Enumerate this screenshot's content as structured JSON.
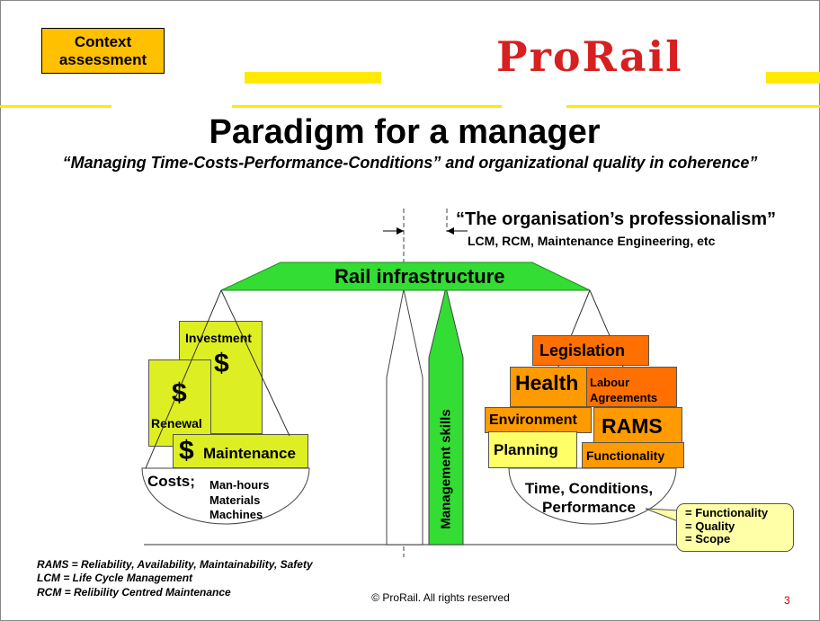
{
  "header": {
    "badge": "Context\nassessment",
    "logo": "ProRail"
  },
  "title": "Paradigm for a manager",
  "subtitle": "“Managing Time-Costs-Performance-Conditions” and organizational quality in coherence”",
  "professionalism": {
    "title": "“The organisation’s professionalism”",
    "subtitle": "LCM, RCM, Maintenance  Engineering,  etc"
  },
  "beam_label": "Rail infrastructure",
  "pillar_label": "Management skills",
  "left_pan": {
    "investment": "Investment",
    "renewal": "Renewal",
    "maintenance": "Maintenance",
    "dollar": "$",
    "costs_label": "Costs;",
    "cost_items": [
      "Man-hours",
      "Materials",
      "Machines"
    ]
  },
  "right_pan": {
    "legislation": "Legislation",
    "health": "Health",
    "labour": "Labour\nAgreements",
    "environment": "Environment",
    "rams": "RAMS",
    "planning": "Planning",
    "functionality": "Functionality",
    "label": "Time, Conditions,\nPerformance"
  },
  "callout": [
    "= Functionality",
    "= Quality",
    "= Scope"
  ],
  "legend": [
    "RAMS = Reliability, Availability, Maintainability, Safety",
    "LCM = Life Cycle Management",
    "RCM = Relibility Centred Maintenance"
  ],
  "footer": "© ProRail. All rights reserved",
  "page_number": "3",
  "colors": {
    "badge": "#ffc000",
    "logo": "#d72020",
    "accent_yellow": "#ffea00",
    "beam_green": "#33dd33",
    "cost_box": "#ddee22",
    "orange_dark": "#ff7000",
    "orange_mid": "#ff9a00",
    "orange_light": "#ffc030",
    "planning": "#ffff66",
    "callout": "#ffffa8"
  }
}
